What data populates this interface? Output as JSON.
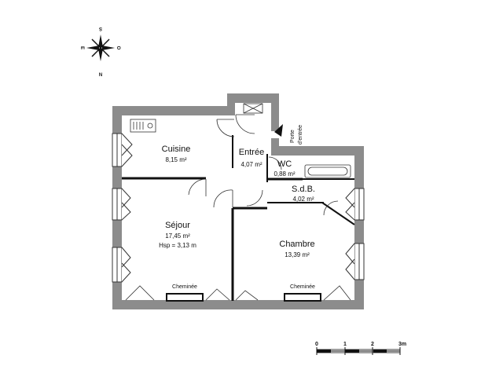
{
  "compass": {
    "south": "S",
    "east": "E",
    "west": "O",
    "north": "N"
  },
  "rooms": {
    "cuisine": {
      "name": "Cuisine",
      "area": "8,15 m²"
    },
    "entree": {
      "name": "Entrée",
      "area": "4,07 m²"
    },
    "wc": {
      "name": "WC",
      "area": "0,88 m²"
    },
    "sdb": {
      "name": "S.d.B.",
      "area": "4,02 m²"
    },
    "sejour": {
      "name": "Séjour",
      "area": "17,45 m²",
      "height": "Hsp = 3,13 m"
    },
    "chambre": {
      "name": "Chambre",
      "area": "13,39 m²"
    }
  },
  "fireplaces": {
    "sejour": "Cheminée",
    "chambre": "Cheminée"
  },
  "entrance_door": {
    "line1": "Porte",
    "line2": "d'entrée"
  },
  "scale": {
    "ticks": [
      "0",
      "1",
      "2",
      "3m"
    ]
  }
}
